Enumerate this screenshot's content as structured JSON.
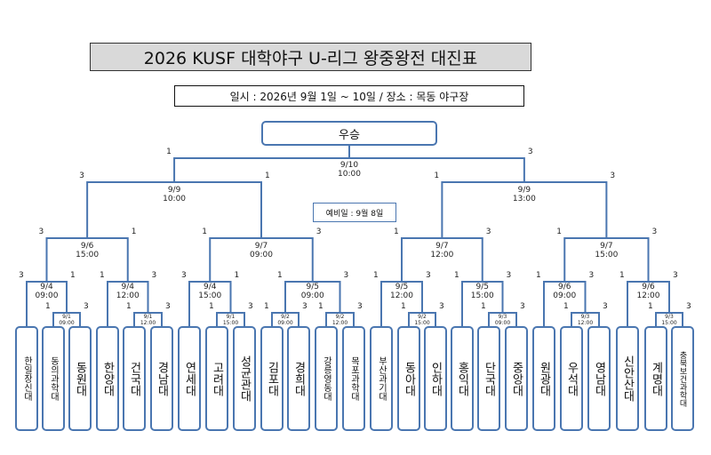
{
  "title": "2026 KUSF 대학야구 U-리그 왕중왕전 대진표",
  "subtitle": "일시 : 2026년 9월 1일 ~ 10일 / 장소 : 목동 야구장",
  "winner": "우승",
  "prelim_day": "예비일 : 9월 8일",
  "colors": {
    "line": "#4a76b0",
    "title_bg": "#d9d9d9"
  },
  "teams": [
    "한일장신대",
    "동의과학대",
    "동원대",
    "한양대",
    "건국대",
    "경남대",
    "연세대",
    "고려대",
    "성균관대",
    "김포대",
    "경희대",
    "강릉영동대",
    "목포과학대",
    "부산과기대",
    "동아대",
    "인하대",
    "홍익대",
    "단국대",
    "중앙대",
    "원광대",
    "우석대",
    "영남대",
    "신안산대",
    "계명대",
    "충북보건과학대"
  ],
  "labels": {
    "final": "9/10\n10:00",
    "sf_left": "9/9\n10:00",
    "sf_right": "9/9\n13:00",
    "qf1": "9/6\n15:00",
    "qf2": "9/7\n09:00",
    "qf3": "9/7\n12:00",
    "qf4": "9/7\n15:00",
    "r16_1": "9/4\n09:00",
    "r16_2": "9/4\n12:00",
    "r16_3": "9/4\n15:00",
    "r16_4": "9/5\n09:00",
    "r16_5": "9/5\n12:00",
    "r16_6": "9/5\n15:00",
    "r16_7": "9/6\n09:00",
    "r16_8": "9/6\n12:00",
    "r32_1": "9/1\n09:00",
    "r32_2": "9/1\n12:00",
    "r32_3": "9/1\n15:00",
    "r32_4": "9/2\n09:00",
    "r32_5": "9/2\n12:00",
    "r32_6": "9/2\n15:00",
    "r32_7": "9/3\n09:00",
    "r32_8": "9/3\n12:00",
    "r32_9": "9/3\n15:00"
  },
  "scores": [
    "1",
    "3",
    "3",
    "1",
    "1",
    "3",
    "3",
    "1",
    "1",
    "3",
    "1",
    "3",
    "1",
    "3",
    "3",
    "1",
    "1",
    "3",
    "3",
    "1",
    "1",
    "3",
    "1",
    "3",
    "1",
    "3",
    "1",
    "3",
    "1",
    "3",
    "1",
    "3",
    "1",
    "3",
    "1",
    "3",
    "1",
    "3",
    "1",
    "3",
    "1",
    "3",
    "1",
    "3",
    "1",
    "3",
    "1",
    "3"
  ]
}
